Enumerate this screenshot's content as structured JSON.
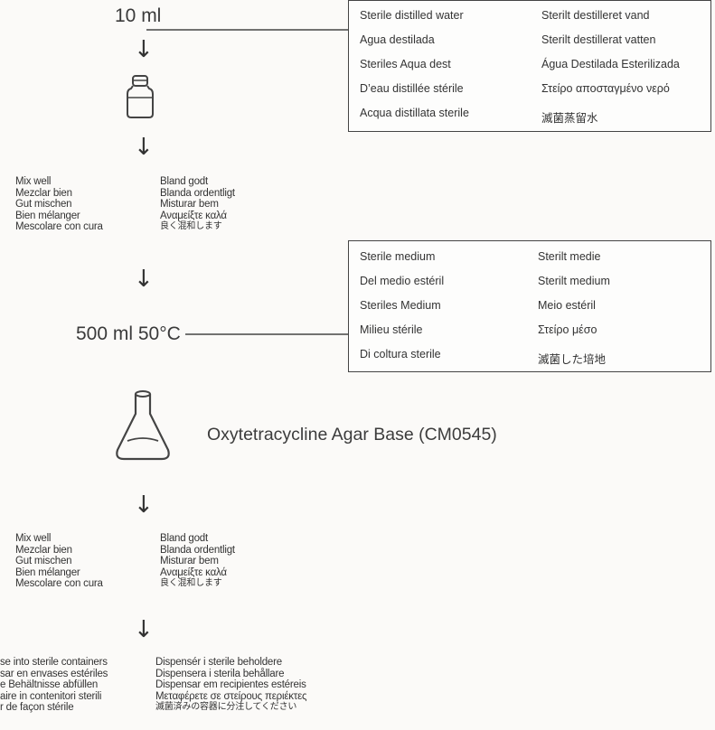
{
  "step1": {
    "volume": "10 ml",
    "box": [
      [
        "Sterile distilled water",
        "Sterilt destilleret vand"
      ],
      [
        "Agua destilada",
        "Sterilt destillerat vatten"
      ],
      [
        "Steriles Aqua dest",
        "Água Destilada Esterilizada"
      ],
      [
        "D’eau distillée stérile",
        "Στείρο αποσταγμένο νερό"
      ],
      [
        "Acqua distillata sterile",
        "滅菌蒸留水"
      ]
    ]
  },
  "mix1": {
    "left": [
      "Mix well",
      "Mezclar bien",
      "Gut mischen",
      "Bien mélanger",
      "Mescolare con cura"
    ],
    "right": [
      "Bland godt",
      "Blanda ordentligt",
      "Misturar bem",
      "Αναμείξτε καλά",
      "良く混和します"
    ]
  },
  "step2": {
    "volume": "500 ml 50°C",
    "box": [
      [
        "Sterile medium",
        "Sterilt medie"
      ],
      [
        "Del medio estéril",
        "Sterilt medium"
      ],
      [
        "Steriles Medium",
        "Meio estéril"
      ],
      [
        "Milieu stérile",
        "Στείρο μέσο"
      ],
      [
        "Di coltura sterile",
        "滅菌した培地"
      ]
    ]
  },
  "product": {
    "name": "Oxytetracycline Agar Base (CM0545)"
  },
  "mix2": {
    "left": [
      "Mix well",
      "Mezclar bien",
      "Gut mischen",
      "Bien mélanger",
      "Mescolare con cura"
    ],
    "right": [
      "Bland godt",
      "Blanda ordentligt",
      "Misturar bem",
      "Αναμείξτε καλά",
      "良く混和します"
    ]
  },
  "dispense": {
    "left": [
      "se into sterile containers",
      "sar en envases estériles",
      "e Behältnisse abfüllen",
      "aire in contenitori sterili",
      "r de façon stérile"
    ],
    "right": [
      "Dispensér i sterile beholdere",
      "Dispensera i sterila behållare",
      "Dispensar em recipientes estéreis",
      "Μεταφέρετε σε στείρους περιέκτες",
      "滅菌済みの容器に分注してください"
    ]
  },
  "arrows": {
    "down": "↓"
  }
}
